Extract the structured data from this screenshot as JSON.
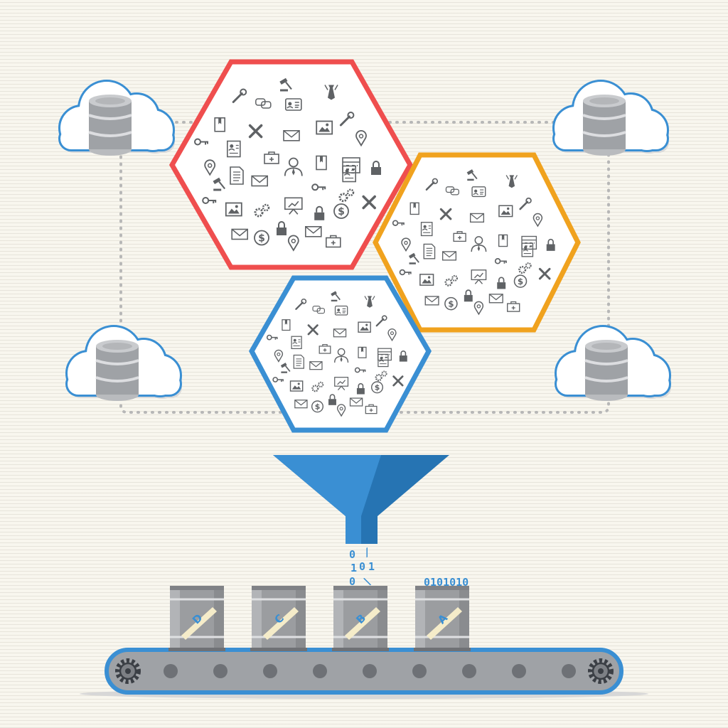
{
  "colors": {
    "background": "#f8f6ee",
    "cloud_stroke": "#3a8fd3",
    "hex_red": "#ef4e4e",
    "hex_orange": "#f0a21e",
    "hex_blue": "#3a8fd3",
    "icon": "#5f6265",
    "funnel_light": "#3a8fd3",
    "funnel_dark": "#2674b3",
    "barrel": "#9b9da0",
    "belt_stroke": "#3a8fd3",
    "belt_fill": "#9fa2a6",
    "label_text": "#3a8fd3"
  },
  "clouds": [
    {
      "name": "top-left",
      "icon": "database-icon"
    },
    {
      "name": "top-right",
      "icon": "database-icon"
    },
    {
      "name": "bottom-left",
      "icon": "database-icon"
    },
    {
      "name": "bottom-right",
      "icon": "database-icon"
    }
  ],
  "hexagons": [
    {
      "name": "red",
      "color": "#ef4e4e"
    },
    {
      "name": "orange",
      "color": "#f0a21e"
    },
    {
      "name": "blue",
      "color": "#3a8fd3"
    }
  ],
  "data_icons": [
    "wrench-icon",
    "chat-icon",
    "id-card-icon",
    "gavel-icon",
    "tie-icon",
    "book-icon",
    "key-icon",
    "tools-icon",
    "envelope-icon",
    "picture-icon",
    "map-pin-icon",
    "contact-card-icon",
    "medical-kit-icon",
    "person-icon",
    "calendar-icon",
    "lock-icon",
    "document-icon",
    "presentation-icon",
    "gears-icon",
    "dollar-icon"
  ],
  "funnel": {
    "bits": [
      "0",
      "/",
      "1",
      "0",
      "1",
      "0",
      "\\"
    ]
  },
  "barrels": [
    {
      "label": "D"
    },
    {
      "label": "C"
    },
    {
      "label": "B"
    },
    {
      "label": "A",
      "overflow": "0101010"
    }
  ],
  "conveyor": {
    "icons": [
      "gear-icon",
      "gear-icon"
    ]
  }
}
